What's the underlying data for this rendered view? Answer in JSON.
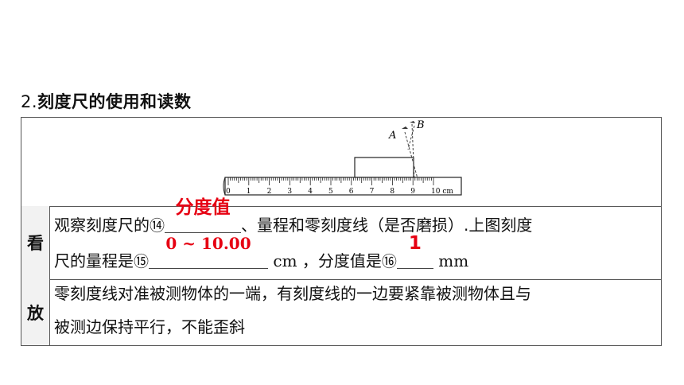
{
  "heading": {
    "number": "2.",
    "title": "刻度尺的使用和读数"
  },
  "figure": {
    "ruler_ticks": [
      "0",
      "1",
      "2",
      "3",
      "4",
      "5",
      "6",
      "7",
      "8",
      "9",
      "10 cm"
    ],
    "point_a": "A",
    "point_b": "B"
  },
  "look_row": {
    "label": "看",
    "line1_prefix": "观察刻度尺的",
    "marker14": "⑭",
    "answer14": "分度值",
    "line1_suffix": "、量程和零刻度线（是否磨损）.上图刻度",
    "line2_prefix": "尺的量程是",
    "marker15": "⑮",
    "answer15": "0 ~ 10.00",
    "unit15": "cm",
    "line2_mid": "，分度值是",
    "marker16": "⑯",
    "answer16": "1",
    "unit16": "mm"
  },
  "place_row": {
    "label": "放",
    "line1": "零刻度线对准被测物体的一端，有刻度线的一边要紧靠被测物体且与",
    "line2": "被测边保持平行，不能歪斜"
  }
}
